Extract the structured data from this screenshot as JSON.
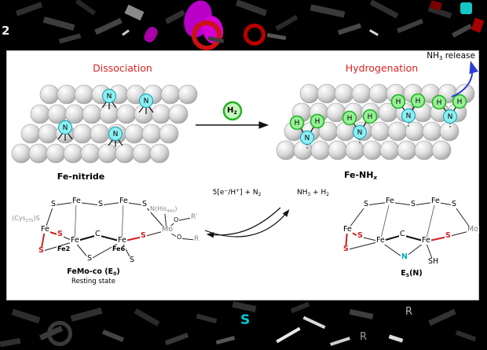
{
  "figure": {
    "top": {
      "left_process": "Dissociation",
      "right_process": "Hydrogenation",
      "nh3_release": {
        "s1": "NH",
        "sub": "3",
        "s2": " release"
      },
      "h2": {
        "s1": "H",
        "sub": "2"
      },
      "left_caption": "Fe-nitride",
      "right_caption": {
        "s1": "Fe-NH",
        "sub": "x"
      },
      "atom_n": "N",
      "atom_h": "H"
    },
    "bottom": {
      "electrons": {
        "s1": "5[e",
        "sup1": "−",
        "s2": "/H",
        "sup2": "+",
        "s3": "] + N",
        "sub1": "2"
      },
      "products": {
        "s1": "NH",
        "sub1": "3",
        "s2": " + H",
        "sub2": "2"
      },
      "left_cluster": {
        "caption": {
          "s1": "FeMo-co (E",
          "sub": "0",
          "s2": ")"
        },
        "state": "Resting state",
        "cys": {
          "s1": "(Cys",
          "sub": "275",
          "s2": ")S"
        },
        "his": {
          "s1": "N(His",
          "sub": "442",
          "s2": ")"
        },
        "fe2": "Fe2",
        "fe6": "Fe6",
        "r_prime": "R′",
        "r": "R"
      },
      "right_cluster": {
        "caption": {
          "s1": "E",
          "sub": "5",
          "s2": "(N)"
        },
        "sh": "SH"
      },
      "sym": {
        "fe": "Fe",
        "s": "S",
        "c": "C",
        "mo": "Mo",
        "o": "O",
        "n": "N"
      }
    }
  },
  "colors": {
    "heading_red": "#e02020",
    "arrow_blue": "#2b3fd4",
    "n_fill": "#8deef2",
    "n_ring": "#0aa0b0",
    "h_fill": "#97f097",
    "h_ring": "#21b421",
    "s_red": "#cc2222"
  },
  "noise": {
    "glyphs": [
      "2",
      "S",
      "R",
      "R"
    ]
  }
}
